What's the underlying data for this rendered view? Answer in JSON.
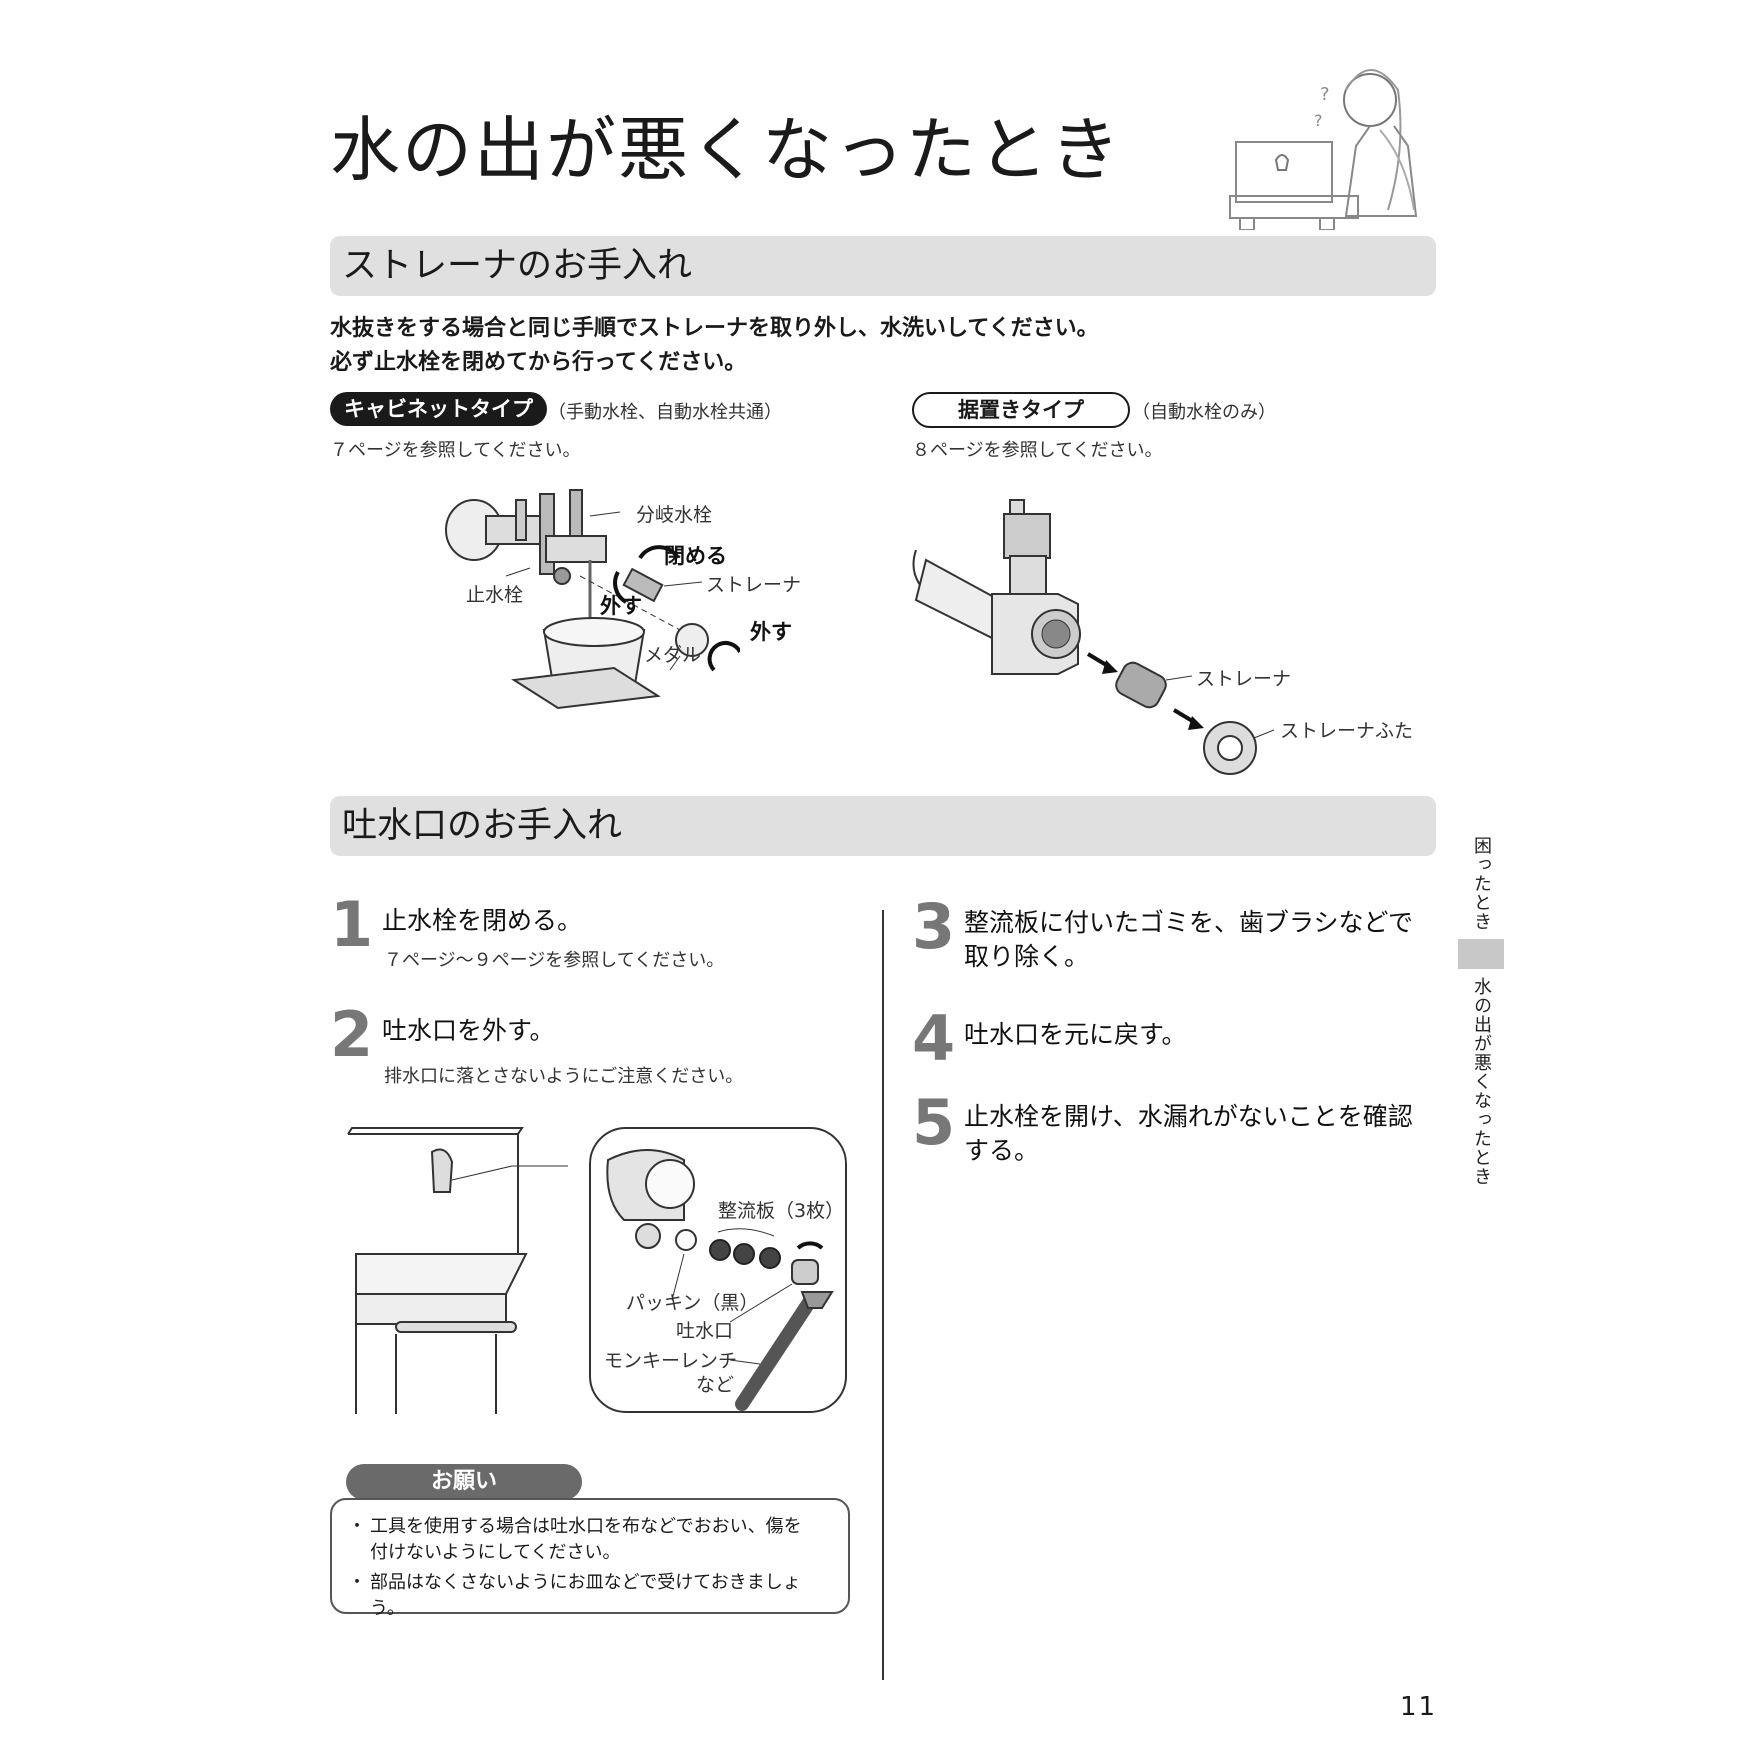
{
  "title": "水の出が悪くなったとき",
  "sections": {
    "strainer": {
      "heading": "ストレーナのお手入れ",
      "intro_lines": [
        "水抜きをする場合と同じ手順でストレーナを取り外し、水洗いしてください。",
        "必ず止水栓を閉めてから行ってください。"
      ],
      "cabinet": {
        "type_label": "キャビネットタイプ",
        "type_note": "（手動水栓、自動水栓共通）",
        "ref": "７ページを参照してください。",
        "labels": {
          "branch_valve": "分岐水栓",
          "close": "閉める",
          "stop_valve": "止水栓",
          "strainer": "ストレーナ",
          "remove1": "外す",
          "medal": "メダル",
          "remove2": "外す"
        }
      },
      "standalone": {
        "type_label": "据置きタイプ",
        "type_note": "（自動水栓のみ）",
        "ref": "８ページを参照してください。",
        "labels": {
          "strainer": "ストレーナ",
          "strainer_cap": "ストレーナふた"
        }
      }
    },
    "spout": {
      "heading": "吐水口のお手入れ",
      "steps": [
        {
          "num": "1",
          "title": "止水栓を閉める。",
          "sub": "７ページ～９ページを参照してください。"
        },
        {
          "num": "2",
          "title": "吐水口を外す。",
          "sub": "排水口に落とさないようにご注意ください。"
        },
        {
          "num": "3",
          "title_lines": [
            "整流板に付いたゴミを、歯ブラシなどで",
            "取り除く。"
          ]
        },
        {
          "num": "4",
          "title": "吐水口を元に戻す。"
        },
        {
          "num": "5",
          "title_lines": [
            "止水栓を開け、水漏れがないことを確認",
            "する。"
          ]
        }
      ],
      "diagram_labels": {
        "straightener": "整流板（3枚）",
        "packing": "パッキン（黒）",
        "spout": "吐水口",
        "wrench_line1": "モンキーレンチ",
        "wrench_line2": "など"
      },
      "caution": {
        "tab": "お願い",
        "items": [
          "工具を使用する場合は吐水口を布などでおおい、傷を\n付けないようにしてください。",
          "部品はなくさないようにお皿などで受けておきましょう。"
        ]
      }
    }
  },
  "side_tab": {
    "chapter": "困ったとき",
    "topic": "水の出が悪くなったとき"
  },
  "page_number": "11"
}
